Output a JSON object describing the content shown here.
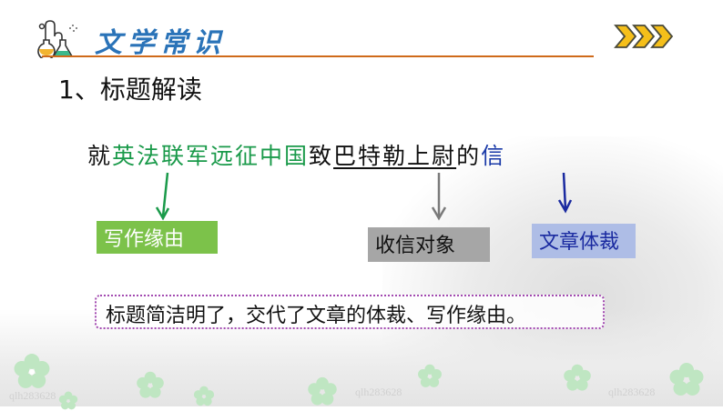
{
  "header": {
    "title": "文学常识",
    "accent_color": "#cf6a1a",
    "title_color": "#2a73b8",
    "icons": [
      "lab-flask-icon",
      "chevron-arrows-icon"
    ]
  },
  "section": {
    "title": "1、标题解读"
  },
  "title_sentence": {
    "part1": "就",
    "part2_green": "英法联军远征中国",
    "part3": "致",
    "part4_underlined": "巴特勒上尉",
    "part5": "的",
    "part6_blue": "信"
  },
  "labels": {
    "reason": "写作缘由",
    "recipient": "收信对象",
    "genre": "文章体裁"
  },
  "colors": {
    "green": "#1a9a4a",
    "gray": "#7a7a7a",
    "blue": "#1a3aa8",
    "box_green": "#7cc24a",
    "box_gray": "#a6a6a6",
    "box_blue": "#aebde6"
  },
  "summary": {
    "text": "标题简洁明了，交代了文章的体裁、写作缘由。"
  },
  "watermarks": [
    "qlh283628",
    "qlh283628",
    "qlh283628"
  ]
}
